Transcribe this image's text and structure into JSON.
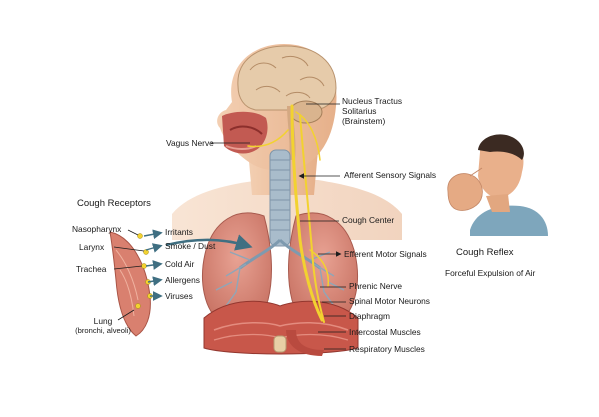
{
  "brain_labels": {
    "nucleus": [
      "Nucleus Tractus",
      "Solitarius",
      "(Brainstem)"
    ],
    "vagus": "Vagus Nerve"
  },
  "pathway_labels": {
    "afferent": "Afferent Sensory Signals",
    "cough_center": "Cough Center",
    "efferent": "Efferent Motor Signals",
    "phrenic": "Phrenic Nerve",
    "spinal": "Spinal Motor Neurons",
    "diaphragm": "Diaphragm",
    "intercostal": "Intercostal Muscles",
    "respiratory": "Respiratory Muscles"
  },
  "receptors": {
    "title": "Cough Receptors",
    "sites": [
      "Nasopharynx",
      "Larynx",
      "Trachea"
    ],
    "lung": [
      "Lung",
      "(bronchi, alveoli)"
    ],
    "triggers": [
      "Irritants",
      "Smoke / Dust",
      "Cold Air",
      "Allergens",
      "Viruses"
    ]
  },
  "reflex": {
    "title": "Cough Reflex",
    "subtitle": "Forceful Expulsion of Air"
  },
  "colors": {
    "nerve": "#f2d230",
    "skin": "#e9b48e",
    "muscle": "#c8574a",
    "lung": "#d98a7c",
    "airway": "#a9bccb",
    "arrow": "#3f6f82",
    "brain": "#e3c7a8"
  }
}
